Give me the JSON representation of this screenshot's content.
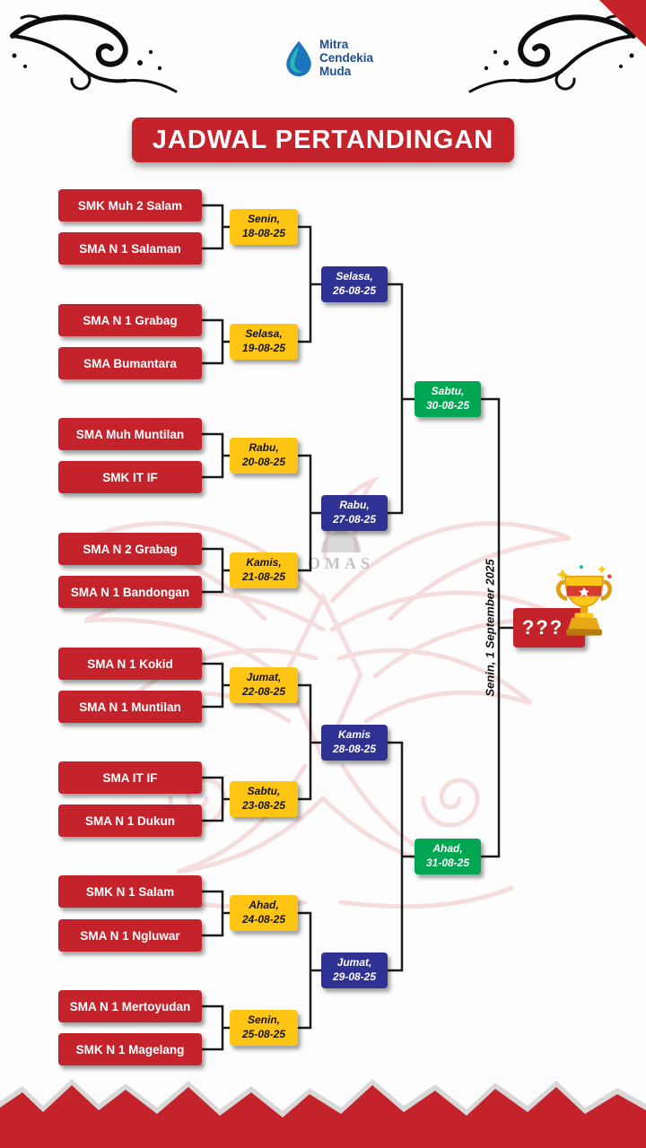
{
  "logo": {
    "name_lines": [
      "Mitra",
      "Cendekia",
      "Muda"
    ]
  },
  "title": "JADWAL PERTANDINGAN",
  "bracket": {
    "matches": [
      {
        "team1": "SMK Muh 2 Salam",
        "team2": "SMA N 1 Salaman",
        "day": "Senin,",
        "date": "18-08-25"
      },
      {
        "team1": "SMA N 1 Grabag",
        "team2": "SMA Bumantara",
        "day": "Selasa,",
        "date": "19-08-25"
      },
      {
        "team1": "SMA Muh Muntilan",
        "team2": "SMK IT IF",
        "day": "Rabu,",
        "date": "20-08-25"
      },
      {
        "team1": "SMA N 2 Grabag",
        "team2": "SMA N 1 Bandongan",
        "day": "Kamis,",
        "date": "21-08-25"
      },
      {
        "team1": "SMA N 1 Kokid",
        "team2": "SMA N 1 Muntilan",
        "day": "Jumat,",
        "date": "22-08-25"
      },
      {
        "team1": "SMA IT IF",
        "team2": "SMA N 1 Dukun",
        "day": "Sabtu,",
        "date": "23-08-25"
      },
      {
        "team1": "SMK N 1 Salam",
        "team2": "SMA N 1 Ngluwar",
        "day": "Ahad,",
        "date": "24-08-25"
      },
      {
        "team1": "SMA N 1 Mertoyudan",
        "team2": "SMK N 1 Magelang",
        "day": "Senin,",
        "date": "25-08-25"
      }
    ],
    "quarterfinals": [
      {
        "day": "Selasa,",
        "date": "26-08-25"
      },
      {
        "day": "Rabu,",
        "date": "27-08-25"
      },
      {
        "day": "Kamis",
        "date": "28-08-25"
      },
      {
        "day": "Jumat,",
        "date": "29-08-25"
      }
    ],
    "semifinals": [
      {
        "day": "Sabtu,",
        "date": "30-08-25"
      },
      {
        "day": "Ahad,",
        "date": "31-08-25"
      }
    ],
    "final": {
      "placeholder": "???",
      "date": "Senin, 1 September 2025"
    }
  },
  "watermark": {
    "text": "OMAS"
  },
  "colors": {
    "primary_red": "#c5232b",
    "accent_yellow": "#ffc515",
    "accent_blue": "#2f3293",
    "accent_green": "#00a651",
    "logo_blue": "#1d4f91",
    "logo_teal": "#29b7af"
  }
}
